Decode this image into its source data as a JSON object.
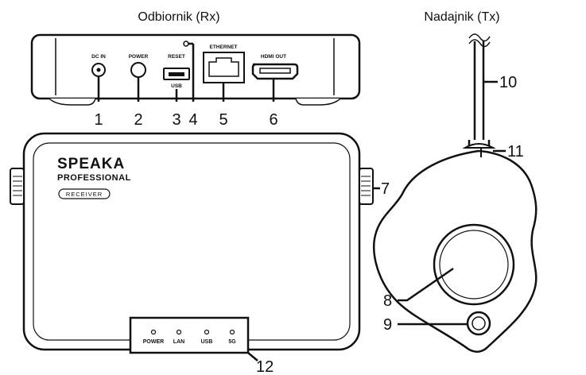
{
  "headers": {
    "receiver": "Odbiornik (Rx)",
    "transmitter": "Nadajnik (Tx)"
  },
  "port_labels": {
    "dc_in": "DC IN",
    "power": "POWER",
    "reset": "RESET",
    "usb": "USB",
    "ethernet": "ETHERNET",
    "hdmi_out": "HDMI OUT"
  },
  "brand": {
    "name": "SPEAKA",
    "line": "PROFESSIONAL",
    "badge": "RECEIVER"
  },
  "leds": {
    "power": "POWER",
    "lan": "LAN",
    "usb": "USB",
    "5g": "5G"
  },
  "callouts": {
    "n1": "1",
    "n2": "2",
    "n3": "3",
    "n4": "4",
    "n5": "5",
    "n6": "6",
    "n7": "7",
    "n8": "8",
    "n9": "9",
    "n10": "10",
    "n11": "11",
    "n12": "12"
  },
  "colors": {
    "line": "#111111",
    "background": "#ffffff"
  }
}
